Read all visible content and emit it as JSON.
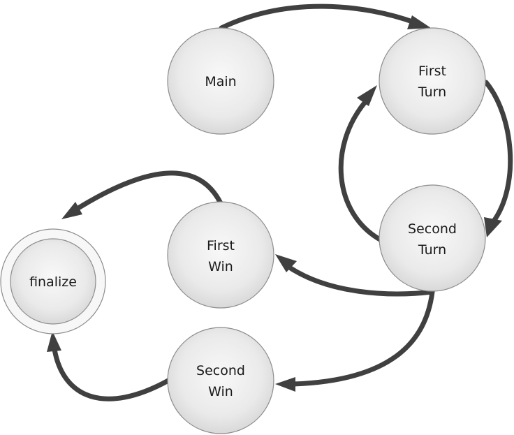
{
  "nodes": [
    {
      "id": "main",
      "lines": [
        "Main"
      ]
    },
    {
      "id": "first_turn",
      "lines": [
        "First",
        "Turn"
      ]
    },
    {
      "id": "second_turn",
      "lines": [
        "Second",
        "Turn"
      ]
    },
    {
      "id": "first_win",
      "lines": [
        "First",
        "Win"
      ]
    },
    {
      "id": "second_win",
      "lines": [
        "Second",
        "Win"
      ]
    },
    {
      "id": "finalize",
      "lines": [
        "finalize"
      ],
      "final": true
    }
  ],
  "edges": [
    {
      "from": "main",
      "to": "first_turn"
    },
    {
      "from": "first_turn",
      "to": "second_turn"
    },
    {
      "from": "second_turn",
      "to": "first_turn"
    },
    {
      "from": "second_turn",
      "to": "first_win"
    },
    {
      "from": "second_turn",
      "to": "second_win"
    },
    {
      "from": "first_win",
      "to": "finalize"
    },
    {
      "from": "second_win",
      "to": "finalize"
    }
  ],
  "colors": {
    "node_fill_light": "#f8f8f8",
    "node_fill_dark": "#d9d9d9",
    "node_stroke": "#8c8c8c",
    "edge": "#404040",
    "text": "#1a1a1a"
  }
}
